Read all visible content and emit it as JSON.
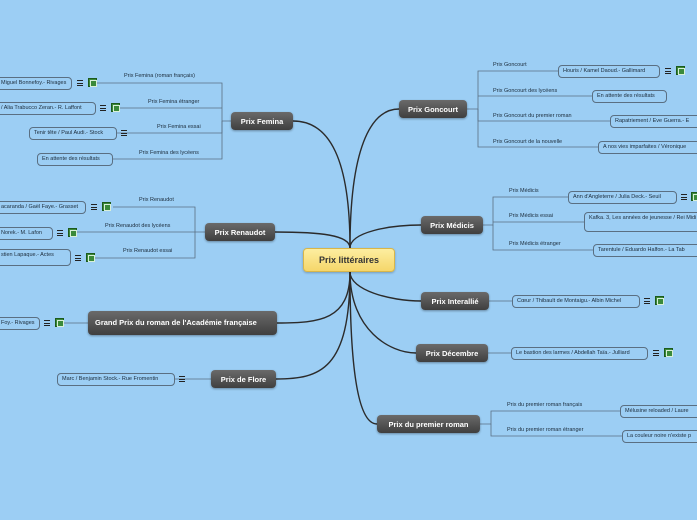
{
  "root": {
    "label": "Prix littéraires"
  },
  "branches": {
    "femina": {
      "label": "Prix Femina",
      "sub": [
        {
          "label": "Prix Femina (roman français)",
          "value": "Miguel Bonnefoy.- Rivages"
        },
        {
          "label": "Prix Femina étranger",
          "value": "/ Alia Trabucco Zeran.- R. Laffont"
        },
        {
          "label": "Prix Femina essai",
          "value": "Tenir tête / Paul Audi.- Stock"
        },
        {
          "label": "Prix Femina des lycéens",
          "value": "En attente des résultats"
        }
      ]
    },
    "renaudot": {
      "label": "Prix Renaudot",
      "sub": [
        {
          "label": "Prix Renaudot",
          "value": "acaranda / Gaël Faye.- Grasset"
        },
        {
          "label": "Prix Renaudot des lycéens",
          "value": "Norek.- M. Lafon"
        },
        {
          "label": "Prix Renaudot essai",
          "value": "stien Lapaque.- Actes"
        }
      ]
    },
    "academie": {
      "label": "Grand Prix du roman de l'Académie française",
      "value": "Foy.- Rivages"
    },
    "fiore": {
      "label": "Prix de Flore",
      "value": "Marc / Benjamin Stock.- Rue Fromentin"
    },
    "goncourt": {
      "label": "Prix Goncourt",
      "sub": [
        {
          "label": "Prix Goncourt",
          "value": "Houris / Kamel Daoud.- Gallimard"
        },
        {
          "label": "Prix Goncourt des lycéens",
          "value": "En attente des résultats"
        },
        {
          "label": "Prix Goncourt du premier roman",
          "value": "Rapatriement / Eve Guerra.- E"
        },
        {
          "label": "Prix Goncourt de la nouvelle",
          "value": "A nos vies imparfaites / Véronique"
        }
      ]
    },
    "medicis": {
      "label": "Prix Médicis",
      "sub": [
        {
          "label": "Prix Médicis",
          "value": "Ann d'Angleterre / Julia Deck.- Seuil"
        },
        {
          "label": "Prix Médicis essai",
          "value": "Kafka. 3, Les années de jeunesse / Rei Midi"
        },
        {
          "label": "Prix Médicis étranger",
          "value": "Tarentule / Eduardo Halfon.- La Tab"
        }
      ]
    },
    "interallie": {
      "label": "Prix Interallié",
      "value": "Cœur / Thibault de Montaigu.- Albin Michel"
    },
    "decembre": {
      "label": "Prix Décembre",
      "value": "Le bastion des larmes / Abdellah Taïa.- Julliard"
    },
    "premier": {
      "label": "Prix du premier roman",
      "sub": [
        {
          "label": "Prix du premier roman français",
          "value": "Mélusine reloaded / Laure"
        },
        {
          "label": "Prix du premier roman étranger",
          "value": "La couleur noire n'existe p"
        }
      ]
    }
  },
  "colors": {
    "background": "#9ccef4",
    "line": "#2b2b2b",
    "root": "#f5d66a",
    "branch": "#4a4a4a"
  }
}
